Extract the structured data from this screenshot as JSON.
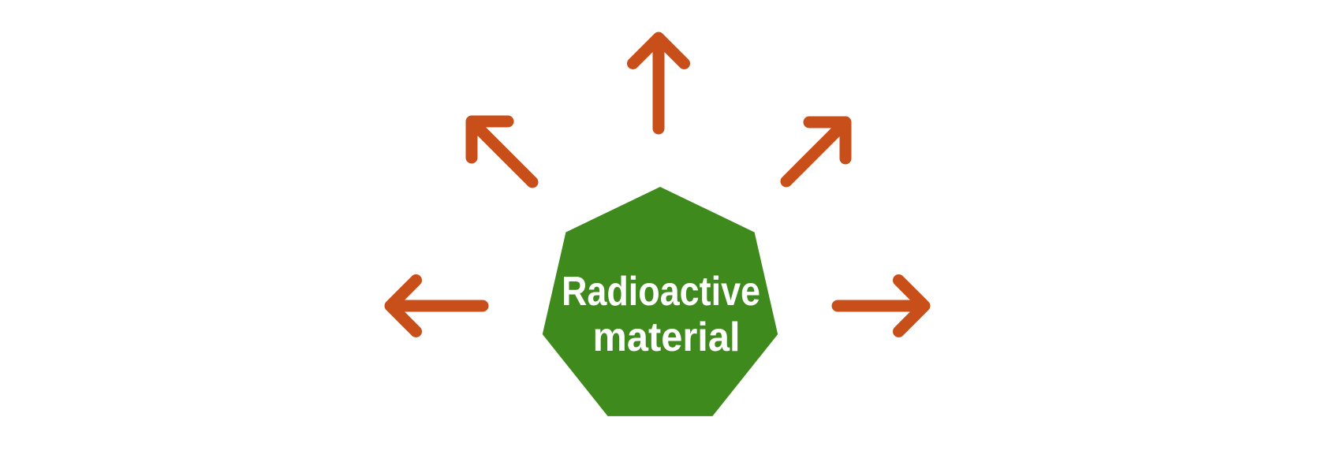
{
  "heptagon": {
    "shape": "heptagon",
    "label_line1": "Radioactive",
    "label_line2": "material"
  },
  "arrows": {
    "count": 5,
    "directions": [
      "up-left",
      "up",
      "up-right",
      "left",
      "right"
    ]
  },
  "colors": {
    "background": "#ffffff",
    "heptagon_fill": "#3e8a1c",
    "arrow": "#c94f1a",
    "label_text": "#ffffff"
  }
}
